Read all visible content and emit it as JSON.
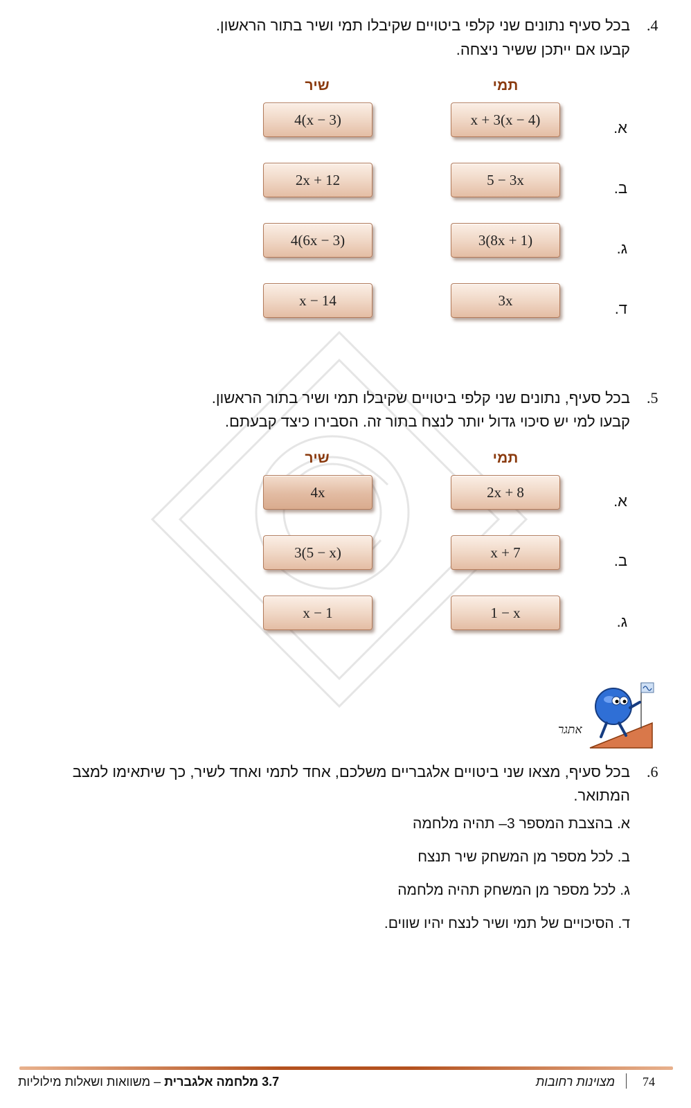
{
  "q4": {
    "number": ".4",
    "line1": "בכל סעיף נתונים שני קלפי ביטויים שקיבלו תמי ושיר בתור הראשון.",
    "line2": "קבעו אם ייתכן ששיר ניצחה.",
    "col_tami": "תמי",
    "col_shir": "שיר",
    "rows": [
      {
        "label": "א.",
        "tami": "x + 3(x − 4)",
        "shir": "4(x − 3)"
      },
      {
        "label": "ב.",
        "tami": "5 − 3x",
        "shir": "2x + 12"
      },
      {
        "label": "ג.",
        "tami": "3(8x + 1)",
        "shir": "4(6x − 3)"
      },
      {
        "label": "ד.",
        "tami": "3x",
        "shir": "x − 14"
      }
    ]
  },
  "q5": {
    "number": ".5",
    "line1": "בכל סעיף, נתונים שני קלפי ביטויים שקיבלו תמי ושיר בתור הראשון.",
    "line2": "קבעו למי יש סיכוי גדול יותר לנצח בתור זה. הסבירו כיצד קבעתם.",
    "col_tami": "תמי",
    "col_shir": "שיר",
    "rows": [
      {
        "label": "א.",
        "tami": "2x + 8",
        "shir": "4x"
      },
      {
        "label": "ב.",
        "tami": "x + 7",
        "shir": "3(5 − x)"
      },
      {
        "label": "ג.",
        "tami": "1 − x",
        "shir": "x − 1"
      }
    ]
  },
  "challenge_label": "אתגר",
  "q6": {
    "number": ".6",
    "line1": "בכל סעיף, מצאו שני ביטויים אלגבריים משלכם, אחד לתמי ואחד לשיר, כך שיתאימו למצב",
    "line2": "המתואר.",
    "items": [
      {
        "label": "א.",
        "text": "בהצבת המספר 3– תהיה מלחמה"
      },
      {
        "label": "ב.",
        "text": "לכל מספר מן המשחק שיר תנצח"
      },
      {
        "label": "ג.",
        "text": "לכל מספר מן המשחק תהיה מלחמה"
      },
      {
        "label": "ד.",
        "text": "הסיכויים של תמי ושיר לנצח יהיו שווים."
      }
    ]
  },
  "footer": {
    "page": "74",
    "book": "מצוינות רחובות",
    "section_num": "3.7",
    "section_title": "מלחמה אלגברית",
    "section_rest": "– משוואות ושאלות מילוליות"
  },
  "colors": {
    "accent": "#b4521f",
    "header": "#8a3a0e"
  },
  "icons": [
    "mascot-ball-icon",
    "flag-icon",
    "watermark-emblem-icon"
  ]
}
